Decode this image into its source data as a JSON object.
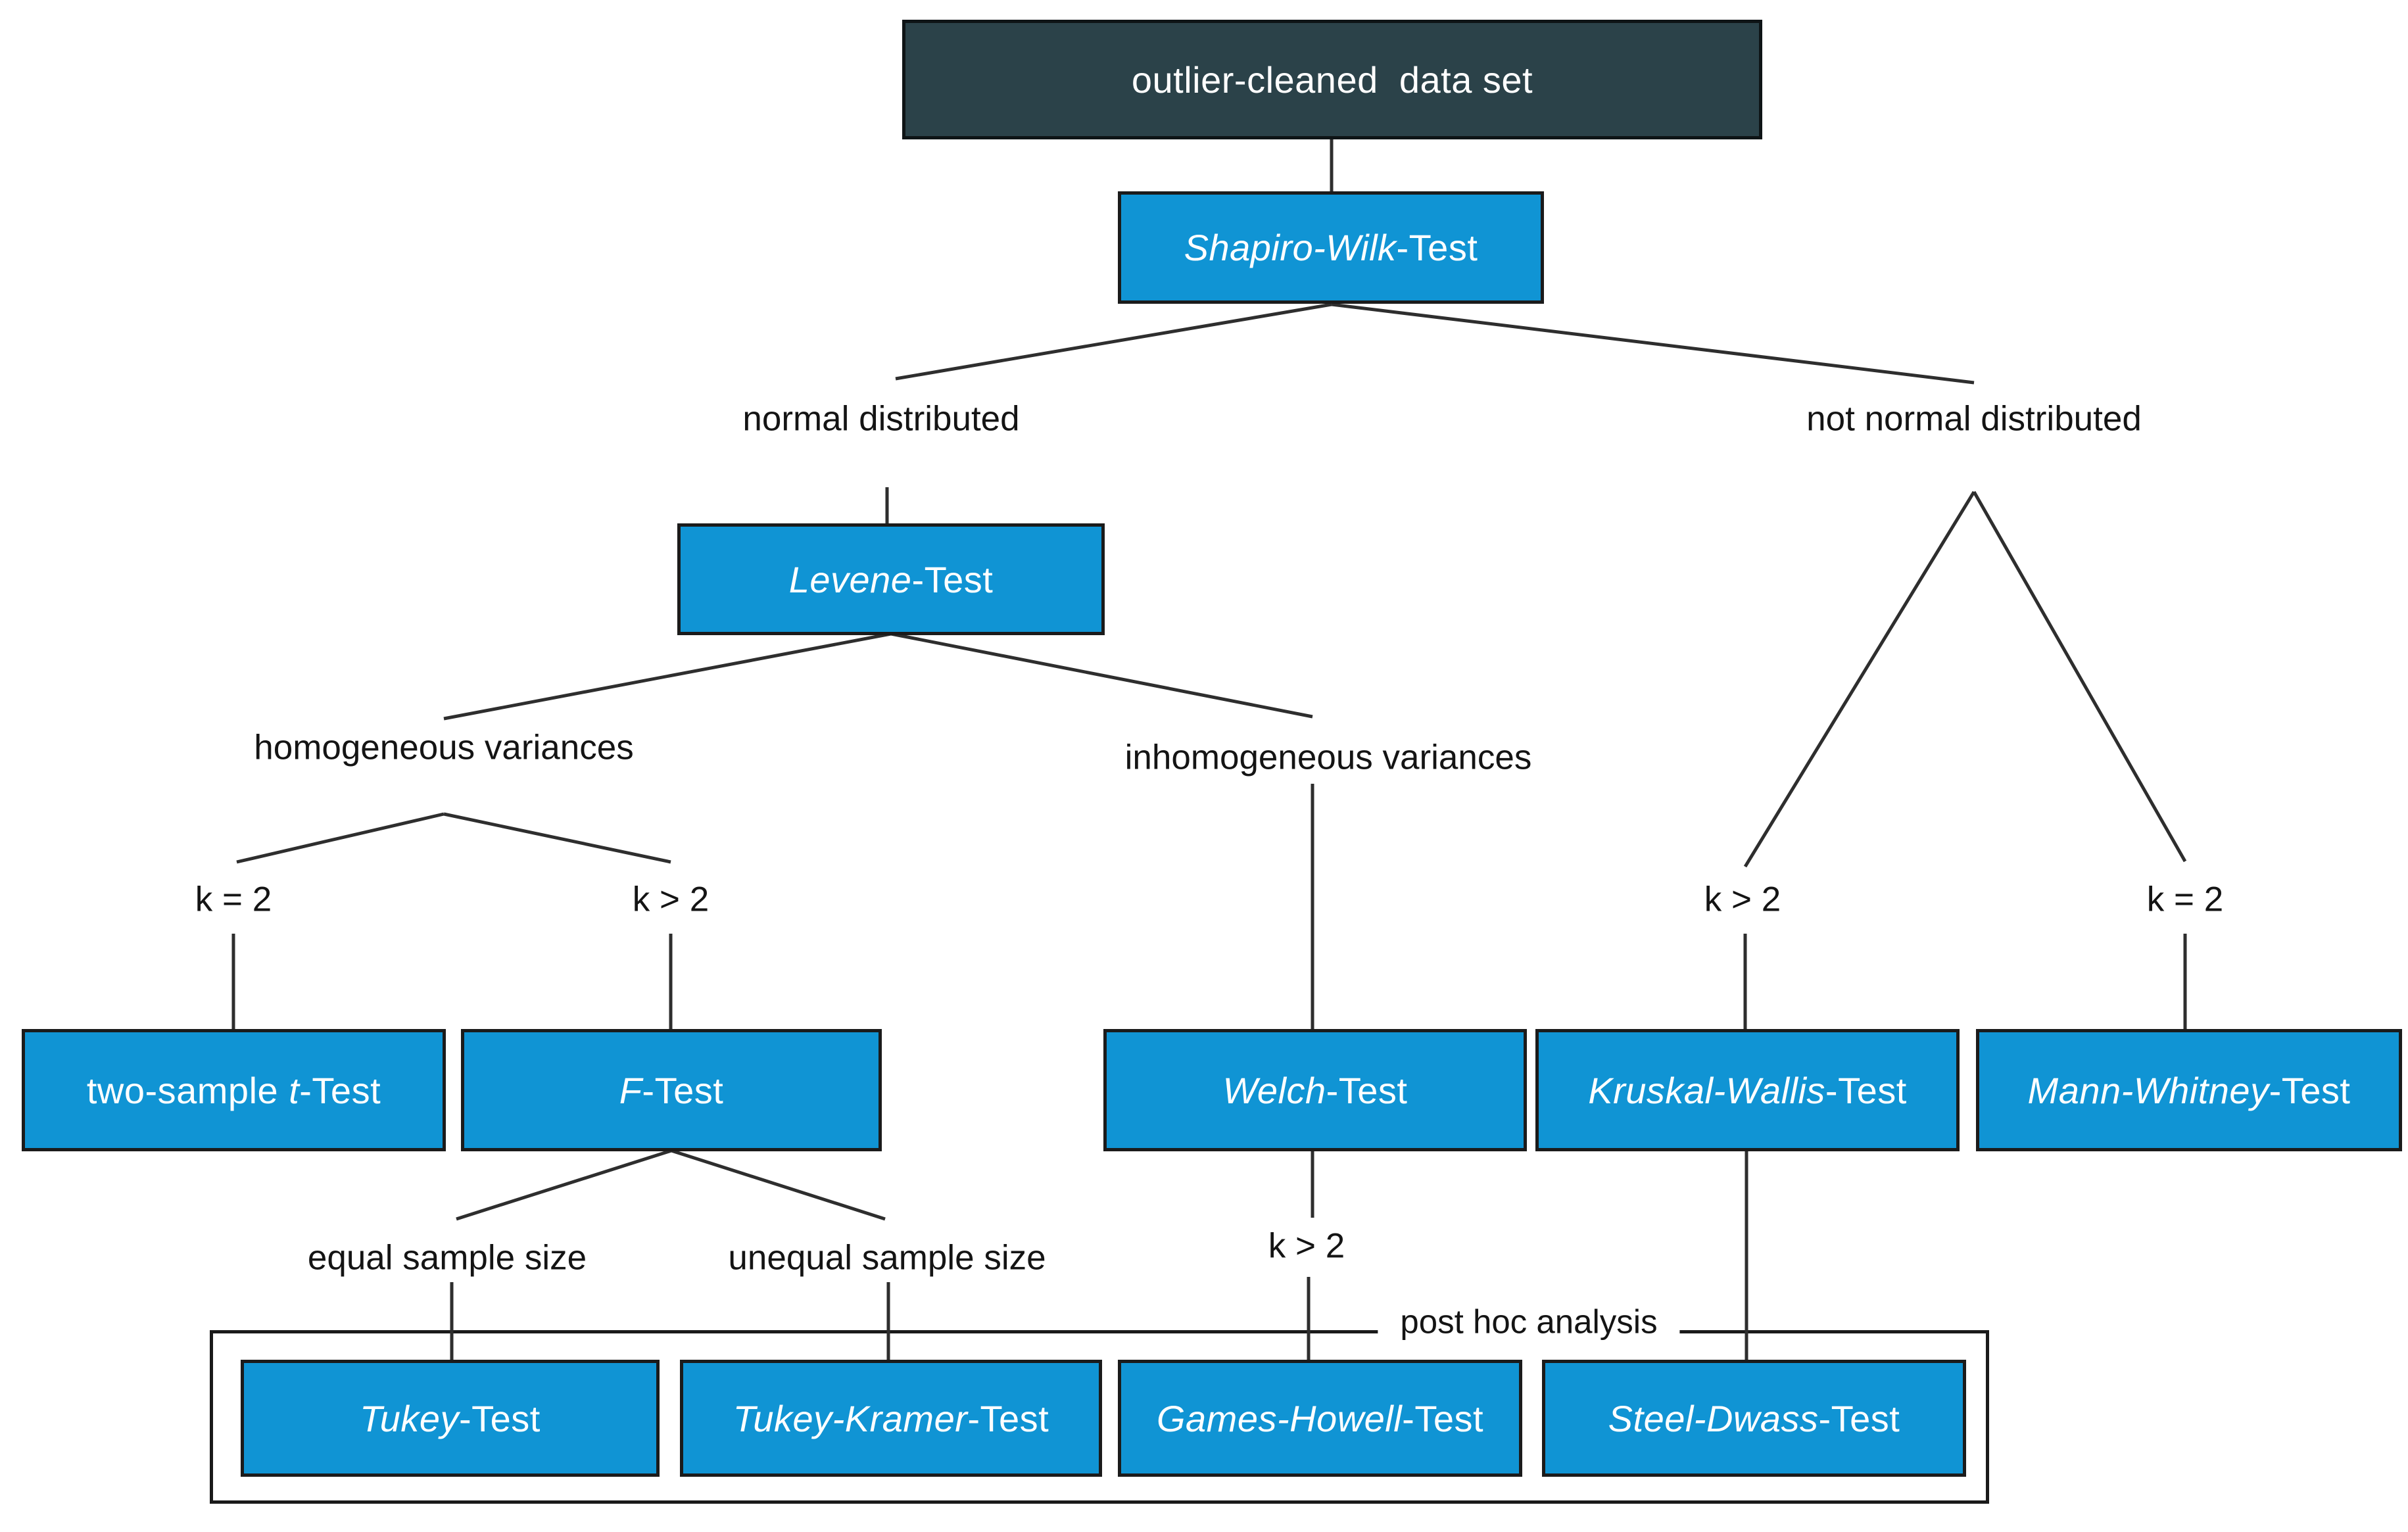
{
  "title": "statistical test selection flowchart",
  "colors": {
    "box_blue": "#1094D4",
    "box_dark": "#2B4249",
    "box_border": "#1B1B1B",
    "line": "#2E2E2E",
    "text_on_box": "#FFFFFF",
    "label_text": "#141414",
    "background": "#FFFFFF"
  },
  "nodes": {
    "root": {
      "text": "outlier-cleaned  data set"
    },
    "shapiro": {
      "italic": "Shapiro-Wilk",
      "suffix": "-Test"
    },
    "levene": {
      "italic": "Levene",
      "suffix": "-Test"
    },
    "two_sample_t": {
      "prefix": "two-sample ",
      "italic": "t",
      "suffix": "-Test"
    },
    "f": {
      "italic": "F",
      "suffix": "-Test"
    },
    "welch": {
      "italic": "Welch",
      "suffix": "-Test"
    },
    "kruskal_wallis": {
      "italic": "Kruskal-Wallis",
      "suffix": "-Test"
    },
    "mann_whitney": {
      "italic": "Mann-Whitney",
      "suffix": "-Test"
    },
    "tukey": {
      "italic": "Tukey",
      "suffix": "-Test"
    },
    "tukey_kramer": {
      "italic": "Tukey-Kramer",
      "suffix": "-Test"
    },
    "games_howell": {
      "italic": "Games-Howell",
      "suffix": "-Test"
    },
    "steel_dwass": {
      "italic": "Steel-Dwass",
      "suffix": "-Test"
    }
  },
  "labels": {
    "normal": "normal distributed",
    "not_normal": "not normal distributed",
    "homogeneous": "homogeneous variances",
    "inhomogeneous": "inhomogeneous variances",
    "k_eq_2_left": "k = 2",
    "k_gt_2_left": "k > 2",
    "k_gt_2_right": "k > 2",
    "k_eq_2_right": "k = 2",
    "equal_size": "equal sample size",
    "unequal_size": "unequal sample size",
    "k_gt_2_mid": "k > 2",
    "post_hoc": "post hoc analysis"
  }
}
